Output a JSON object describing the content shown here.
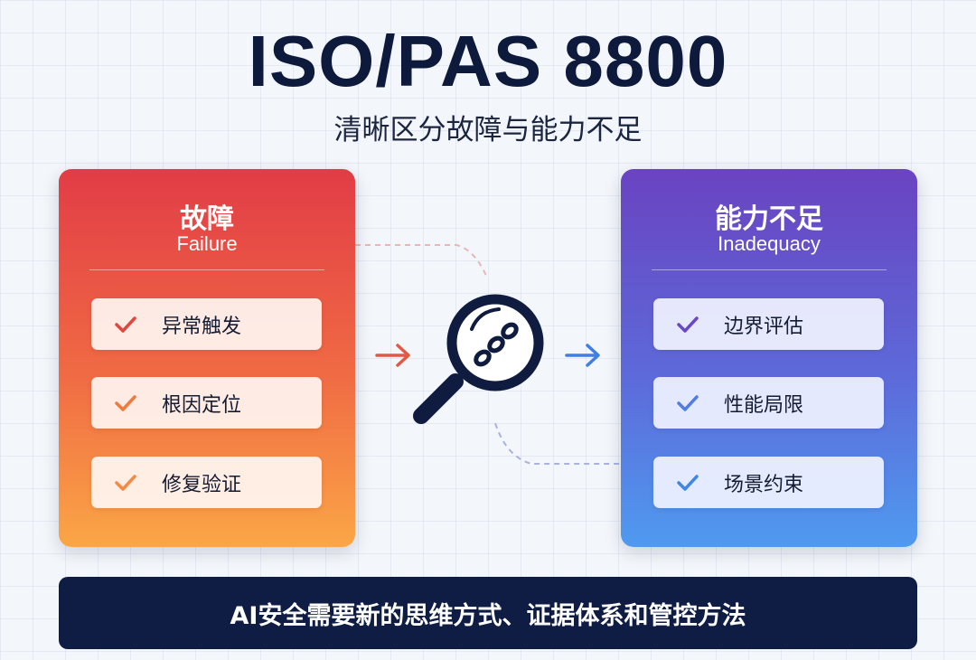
{
  "header": {
    "title": "ISO/PAS 8800",
    "subtitle": "清晰区分故障与能力不足"
  },
  "left_panel": {
    "title": "故障",
    "subtitle": "Failure",
    "accent": "#e23c46",
    "items": [
      {
        "label": "异常触发",
        "check_color": "#e0473f",
        "icon": "check-icon"
      },
      {
        "label": "根因定位",
        "check_color": "#ee7a3f",
        "icon": "check-icon"
      },
      {
        "label": "修复验证",
        "check_color": "#f48a45",
        "icon": "check-icon"
      }
    ]
  },
  "right_panel": {
    "title": "能力不足",
    "subtitle": "Inadequacy",
    "accent": "#6a43c1",
    "items": [
      {
        "label": "边界评估",
        "check_color": "#6a47c4",
        "icon": "check-icon"
      },
      {
        "label": "性能局限",
        "check_color": "#4f7de0",
        "icon": "check-icon"
      },
      {
        "label": "场景约束",
        "check_color": "#3f86e6",
        "icon": "check-icon"
      }
    ]
  },
  "center": {
    "icon": "magnifier-chain-icon",
    "left_arrow_color": "#e05a45",
    "right_arrow_color": "#3f7fe0"
  },
  "footer": {
    "text": "AI安全需要新的思维方式、证据体系和管控方法"
  }
}
